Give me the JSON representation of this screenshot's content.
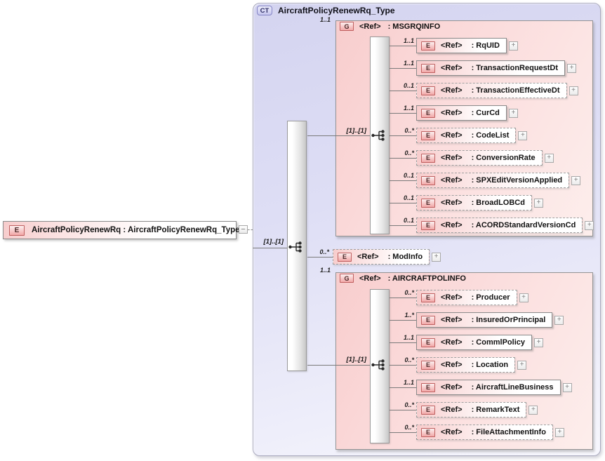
{
  "expand_glyph": "+",
  "collapse_glyph": "−",
  "colors": {
    "element_pink": "#f7cccc",
    "badge_border_red": "#bf5f5f",
    "group_pink": "#f8cdcd",
    "container_lavender": "#d4d4f0",
    "ct_badge_blue": "#c6c6ee",
    "line_gray": "#7a7a7a"
  },
  "root_element": {
    "badge": "E",
    "label": "AircraftPolicyRenewRq : AircraftPolicyRenewRq_Type"
  },
  "complex_type": {
    "badge": "CT",
    "title": "AircraftPolicyRenewRq_Type",
    "input_cardinality": "[1]..[1]"
  },
  "msgrqinfo": {
    "badge": "G",
    "ref": "<Ref>",
    "name": ": MSGRQINFO",
    "cardinality": "1..1",
    "link_cardinality": "[1]..[1]",
    "elements": [
      {
        "badge": "E",
        "ref": "<Ref>",
        "name": ": RqUID",
        "cardinality": "1..1",
        "optional": false
      },
      {
        "badge": "E",
        "ref": "<Ref>",
        "name": ": TransactionRequestDt",
        "cardinality": "1..1",
        "optional": false
      },
      {
        "badge": "E",
        "ref": "<Ref>",
        "name": ": TransactionEffectiveDt",
        "cardinality": "0..1",
        "optional": true
      },
      {
        "badge": "E",
        "ref": "<Ref>",
        "name": ": CurCd",
        "cardinality": "1..1",
        "optional": false
      },
      {
        "badge": "E",
        "ref": "<Ref>",
        "name": ": CodeList",
        "cardinality": "0..*",
        "optional": true
      },
      {
        "badge": "E",
        "ref": "<Ref>",
        "name": ": ConversionRate",
        "cardinality": "0..*",
        "optional": true
      },
      {
        "badge": "E",
        "ref": "<Ref>",
        "name": ": SPXEditVersionApplied",
        "cardinality": "0..1",
        "optional": true
      },
      {
        "badge": "E",
        "ref": "<Ref>",
        "name": ": BroadLOBCd",
        "cardinality": "0..1",
        "optional": true
      },
      {
        "badge": "E",
        "ref": "<Ref>",
        "name": ": ACORDStandardVersionCd",
        "cardinality": "0..1",
        "optional": true
      }
    ]
  },
  "modinfo": {
    "badge": "E",
    "ref": "<Ref>",
    "name": ": ModInfo",
    "cardinality": "0..*",
    "optional": true
  },
  "aircraftpolinfo": {
    "badge": "G",
    "ref": "<Ref>",
    "name": ": AIRCRAFTPOLINFO",
    "cardinality": "1..1",
    "link_cardinality": "[1]..[1]",
    "elements": [
      {
        "badge": "E",
        "ref": "<Ref>",
        "name": ": Producer",
        "cardinality": "0..*",
        "optional": true
      },
      {
        "badge": "E",
        "ref": "<Ref>",
        "name": ": InsuredOrPrincipal",
        "cardinality": "1..*",
        "optional": false
      },
      {
        "badge": "E",
        "ref": "<Ref>",
        "name": ": CommlPolicy",
        "cardinality": "1..1",
        "optional": false
      },
      {
        "badge": "E",
        "ref": "<Ref>",
        "name": ": Location",
        "cardinality": "0..*",
        "optional": true
      },
      {
        "badge": "E",
        "ref": "<Ref>",
        "name": ": AircraftLineBusiness",
        "cardinality": "1..1",
        "optional": false
      },
      {
        "badge": "E",
        "ref": "<Ref>",
        "name": ": RemarkText",
        "cardinality": "0..*",
        "optional": true
      },
      {
        "badge": "E",
        "ref": "<Ref>",
        "name": ": FileAttachmentInfo",
        "cardinality": "0..*",
        "optional": true
      }
    ]
  }
}
